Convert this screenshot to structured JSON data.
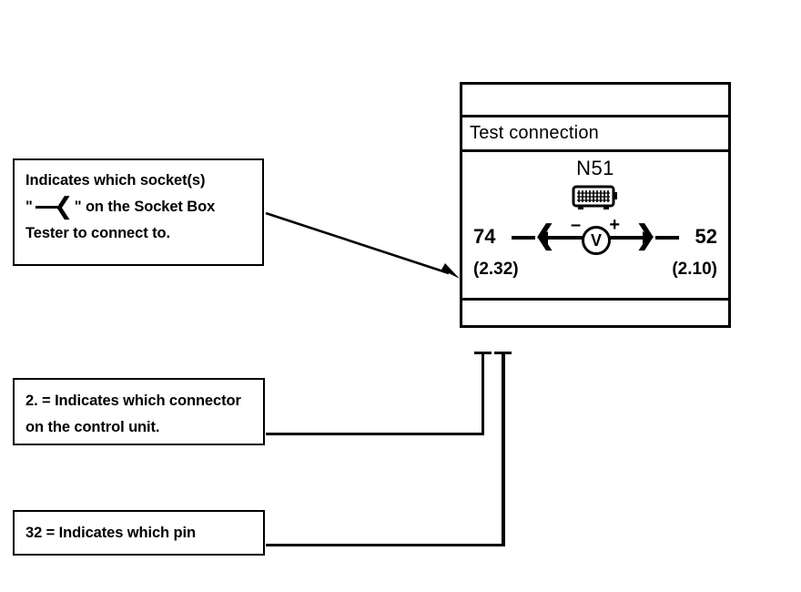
{
  "panel": {
    "title": "Test connection",
    "device_label": "N51",
    "connector_icon": "ecu-connector-icon",
    "meter": {
      "symbol": "V",
      "negative_sign": "–",
      "positive_sign": "+",
      "left_arrow": "arrow-left-icon",
      "right_arrow": "arrow-right-icon"
    },
    "left_measurement": {
      "pin": "74",
      "connector_ref": "(2.32)",
      "socket_symbol": "❮"
    },
    "right_measurement": {
      "pin": "52",
      "connector_ref": "(2.10)",
      "socket_symbol": "❯"
    }
  },
  "callouts": {
    "socket": {
      "line1": "Indicates which socket(s)",
      "line2_prefix": "\"",
      "line2_symbol": "❮",
      "line2_suffix": "\" on the Socket Box",
      "line3": "Tester to connect to."
    },
    "connector": {
      "line1": "2. = Indicates which connector",
      "line2": "on the control unit."
    },
    "pin": {
      "line1": "32 = Indicates which pin"
    }
  },
  "colors": {
    "ink": "#000000",
    "background": "#ffffff"
  }
}
